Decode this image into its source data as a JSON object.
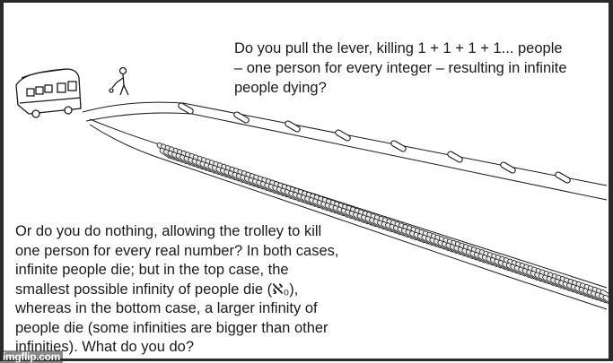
{
  "question_top": "Do you pull the lever, killing 1 + 1 + 1 + 1... people\n– one person for every integer – resulting in infinite\npeople dying?",
  "question_bottom": "Or do you do nothing, allowing the trolley to kill\none person for every real number? In both cases,\ninfinite people die; but in the top case, the\nsmallest possible infinity of people die (ℵ₀),\nwhereas in the bottom case, a larger infinity of\npeople die (some infinities are bigger than other\ninfinities). What do you do?",
  "watermark": "imgflip.com",
  "colors": {
    "ink": "#1a1a1a",
    "background": "#ffffff",
    "frame": "#2a2a2a"
  }
}
